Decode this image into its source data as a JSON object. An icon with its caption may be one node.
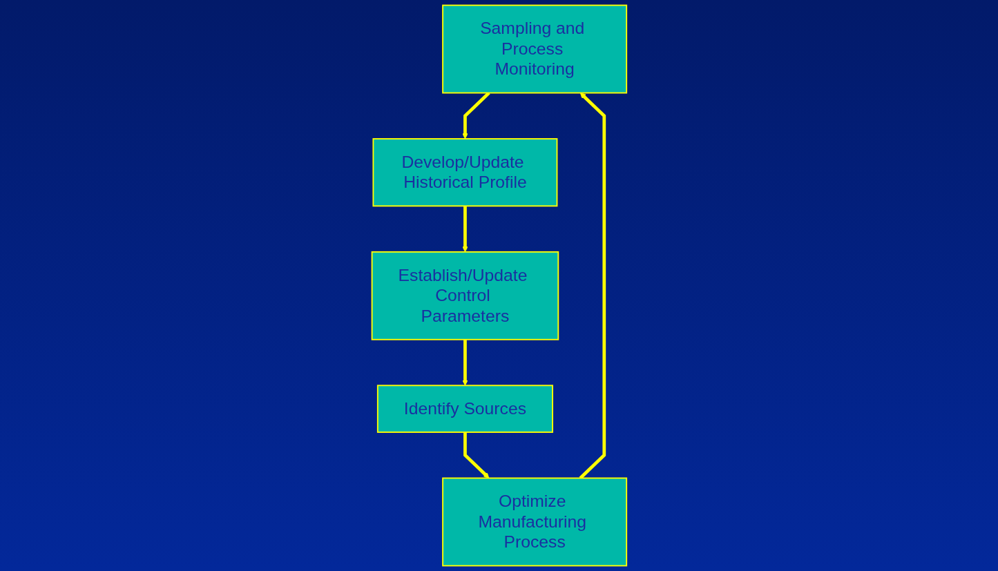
{
  "diagram": {
    "nodes": [
      {
        "text": [
          "Sampling and Process Monitoring"
        ]
      },
      {
        "text": [
          "Develop/Update Historical Profile"
        ]
      },
      {
        "text": [
          "Establish/Update Control Parameters"
        ]
      },
      {
        "text": [
          "Identify Sources"
        ]
      },
      {
        "text": [
          "Optimize Manufacturing Process"
        ]
      }
    ],
    "edges": [
      {
        "from": 0,
        "to": 1,
        "arrow": "to"
      },
      {
        "from": 1,
        "to": 2,
        "arrow": "to"
      },
      {
        "from": 2,
        "to": 3,
        "arrow": "to"
      },
      {
        "from": 3,
        "to": 4,
        "arrow": "to"
      },
      {
        "from": 4,
        "to": 0,
        "arrow": "to"
      }
    ]
  }
}
